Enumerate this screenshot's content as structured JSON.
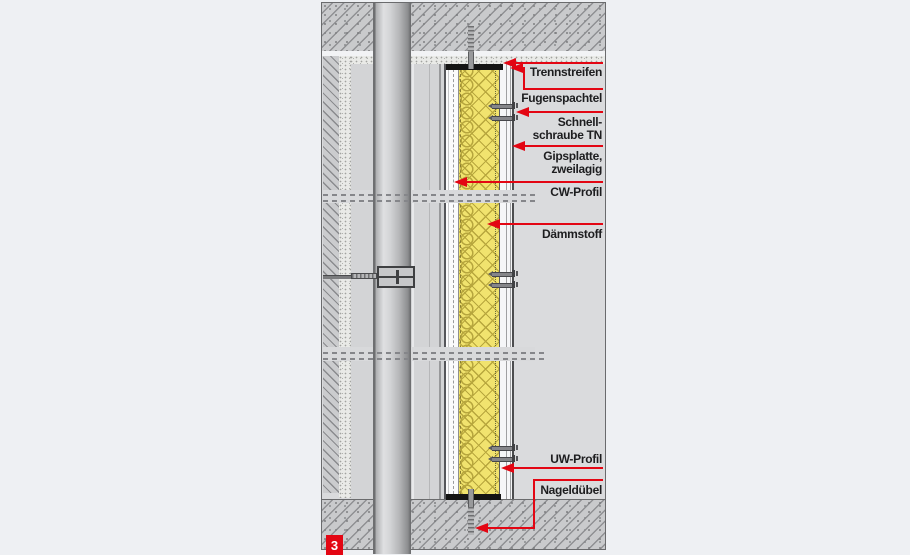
{
  "figure": {
    "badge_number": "3",
    "accent_color": "#e30613",
    "insulation_color": "#f1e36e"
  },
  "labels": {
    "trennstreifen": "Trennstreifen",
    "fugenspachtel": "Fugenspachtel",
    "schnellschraube_line1": "Schnell-",
    "schnellschraube_line2": "schraube TN",
    "gipsplatte_line1": "Gipsplatte,",
    "gipsplatte_line2": "zweilagig",
    "cw_profil": "CW-Profil",
    "daemmstoff": "Dämmstoff",
    "uw_profil": "UW-Profil",
    "nagelduebel": "Nageldübel"
  }
}
